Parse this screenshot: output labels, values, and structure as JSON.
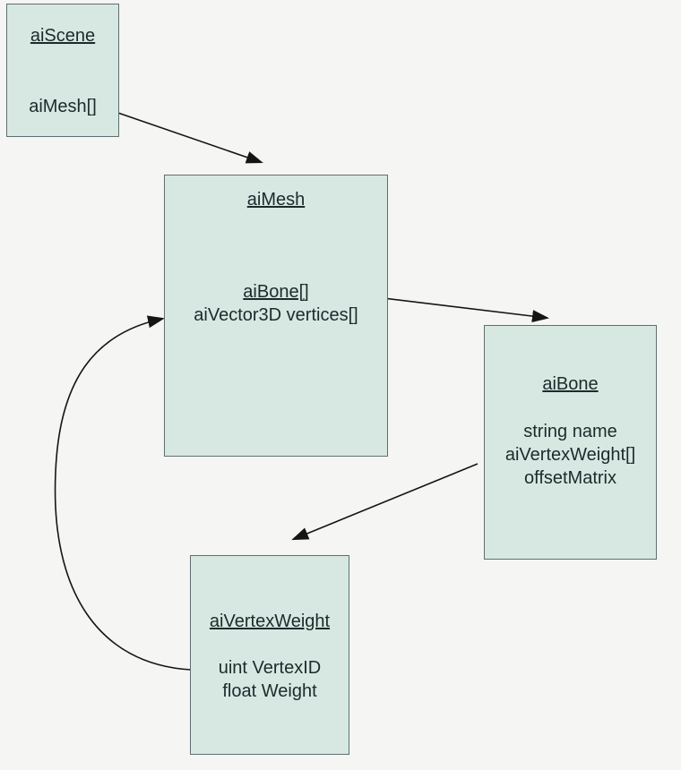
{
  "diagram": {
    "background_color": "#f5f6f4",
    "node_fill_color": "#d7e8e3",
    "node_border_color": "#5f6e6e",
    "text_color": "#1d2a2a",
    "arrow_color": "#151515",
    "nodes": {
      "aiScene": {
        "title": "aiScene",
        "fields": [
          "aiMesh[]"
        ]
      },
      "aiMesh": {
        "title": "aiMesh",
        "fields": [
          "aiBone[]",
          "aiVector3D vertices[]"
        ]
      },
      "aiBone": {
        "title": "aiBone",
        "fields": [
          "string name",
          "aiVertexWeight[]",
          "offsetMatrix"
        ]
      },
      "aiVertexWeight": {
        "title": "aiVertexWeight",
        "fields": [
          "uint VertexID",
          "float Weight"
        ]
      }
    },
    "edges": [
      {
        "from": "aiScene.aiMesh[]",
        "to": "aiMesh"
      },
      {
        "from": "aiMesh.aiBone[]",
        "to": "aiBone"
      },
      {
        "from": "aiBone.aiVertexWeight[]",
        "to": "aiVertexWeight"
      },
      {
        "from": "aiVertexWeight",
        "to": "aiMesh.aiVector3D vertices[]"
      }
    ]
  }
}
